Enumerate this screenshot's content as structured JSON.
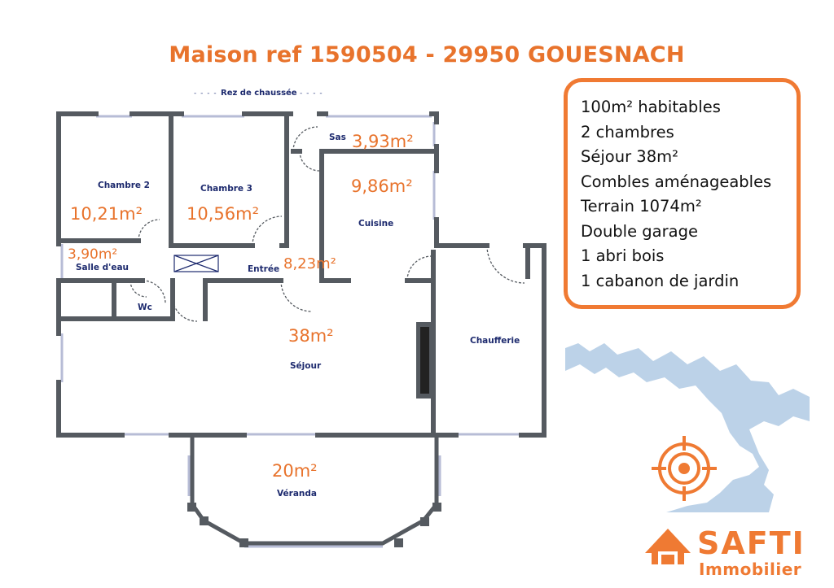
{
  "title": "Maison ref 1590504 - 29950 GOUESNACH",
  "plan": {
    "level_label": "Rez de chaussée",
    "rooms": [
      {
        "name": "Chambre 2",
        "area": "10,21m²"
      },
      {
        "name": "Chambre 3",
        "area": "10,56m²"
      },
      {
        "name": "Sas",
        "area": "3,93m²"
      },
      {
        "name": "Cuisine",
        "area": "9,86m²"
      },
      {
        "name": "Salle d'eau",
        "area": "3,90m²"
      },
      {
        "name": "Entrée",
        "area": "8,23m²"
      },
      {
        "name": "Wc",
        "area": ""
      },
      {
        "name": "Séjour",
        "area": "38m²"
      },
      {
        "name": "Chaufferie",
        "area": ""
      },
      {
        "name": "Véranda",
        "area": "20m²"
      }
    ]
  },
  "features": [
    "100m² habitables",
    "2 chambres",
    "Séjour 38m²",
    "Combles aménageables",
    "Terrain 1074m²",
    "Double garage",
    "1 abri bois",
    "1 cabanon de jardin"
  ],
  "brand": {
    "name": "SAFTI",
    "subtitle": "Immobilier"
  },
  "colors": {
    "accent": "#ef7a33",
    "wall": "#555a60",
    "label": "#1d2a6e",
    "sea": "#bcd2e8"
  },
  "icons": {
    "map": "location-target-icon",
    "logo": "house-logo-icon"
  }
}
